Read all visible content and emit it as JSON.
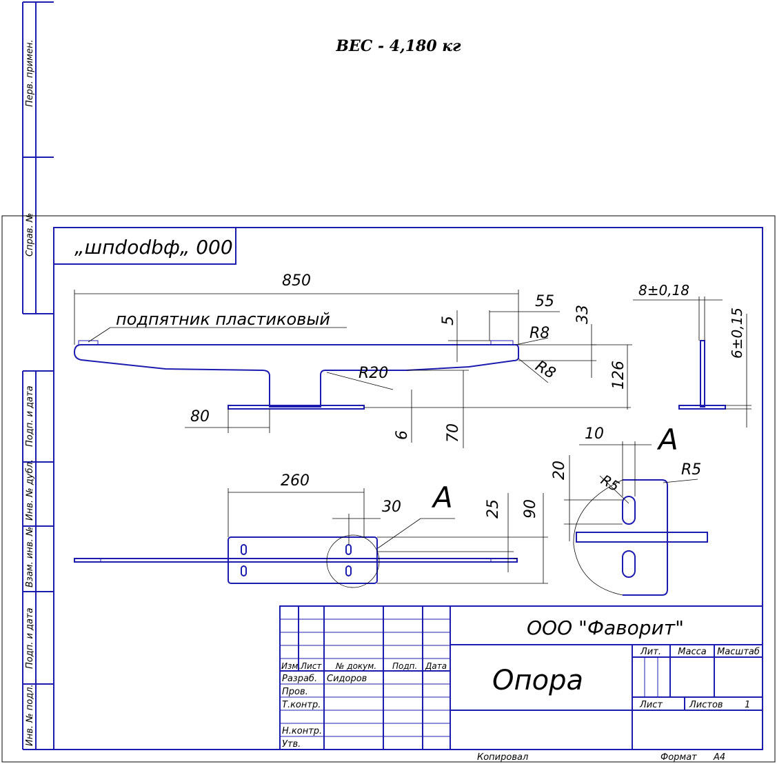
{
  "weight_label": "ВЕС - 4,180 кг",
  "side_stamp": {
    "perv_primen": "Перв. примен.",
    "sprav_no": "Справ. №",
    "podp_data_1": "Подп. и дата",
    "inv_dubl": "Инв. № дубл.",
    "vzam_inv": "Взам. инв. №",
    "podp_data_2": "Подп. и дата",
    "inv_podl": "Инв. № подл."
  },
  "corner_stamp": "„шпdodbф„ 000",
  "note": "подпятник пластиковый",
  "dimensions": {
    "d850": "850",
    "d55": "55",
    "d5": "5",
    "d33": "33",
    "r8a": "R8",
    "r8b": "R8",
    "r20": "R20",
    "d126": "126",
    "d80": "80",
    "d6": "6",
    "d70": "70",
    "d8": "8±0,18",
    "d6b": "6±0,15",
    "d260": "260",
    "d30": "30",
    "d25": "25",
    "d90": "90",
    "d10": "10",
    "d20": "20",
    "r5a": "R5",
    "r5b": "R5"
  },
  "view_a_1": "A",
  "view_a_2": "A",
  "title_block": {
    "company": "ООО \"Фаворит\"",
    "part_name": "Опора",
    "izm": "Изм.",
    "list": "Лист",
    "dokum": "№ докум.",
    "podp": "Подп.",
    "data": "Дата",
    "razrab": "Разраб.",
    "razrab_name": "Сидоров",
    "prov": "Пров.",
    "tkontr": "Т.контр.",
    "nkontr": "Н.контр.",
    "utv": "Утв.",
    "lit": "Лит.",
    "massa": "Масса",
    "masshtab": "Масштаб",
    "sheet": "Лист",
    "sheets": "Листов",
    "sheets_count": "1"
  },
  "footer": {
    "copied": "Копировал",
    "format": "Формат",
    "format_val": "A4"
  }
}
